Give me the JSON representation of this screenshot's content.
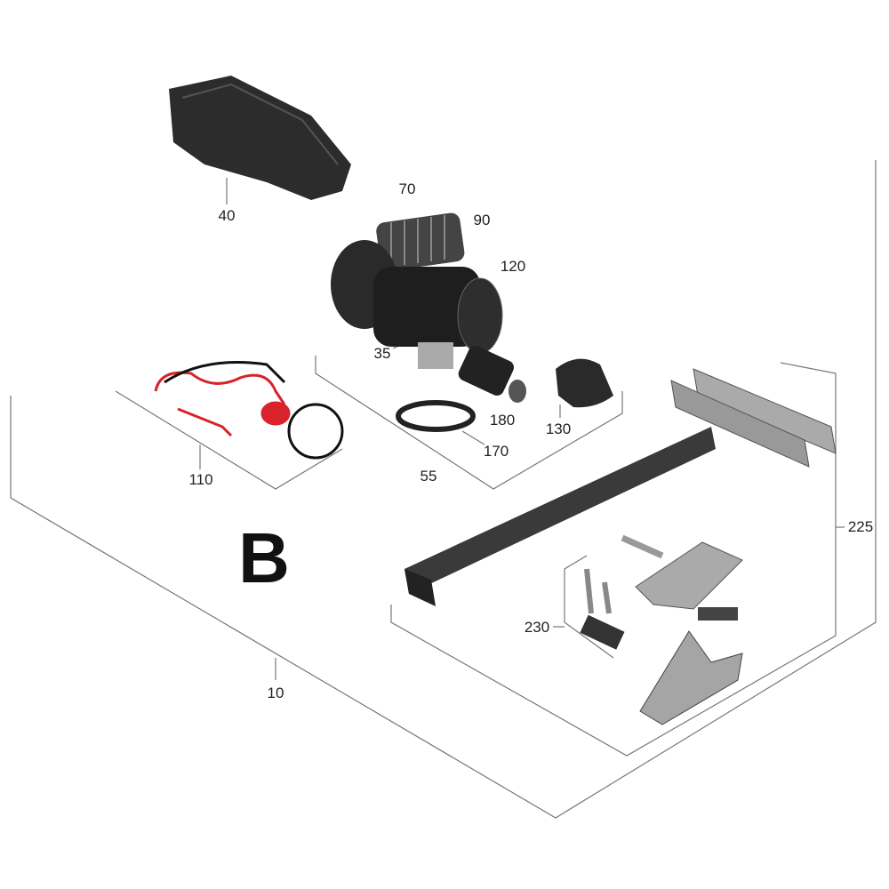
{
  "title_letter": "B",
  "parts": [
    {
      "id": "40",
      "label": "40"
    },
    {
      "id": "70",
      "label": "70"
    },
    {
      "id": "90",
      "label": "90"
    },
    {
      "id": "120",
      "label": "120"
    },
    {
      "id": "35",
      "label": "35"
    },
    {
      "id": "130",
      "label": "130"
    },
    {
      "id": "180",
      "label": "180"
    },
    {
      "id": "170",
      "label": "170"
    },
    {
      "id": "55",
      "label": "55"
    },
    {
      "id": "110",
      "label": "110"
    },
    {
      "id": "225",
      "label": "225"
    },
    {
      "id": "230",
      "label": "230"
    },
    {
      "id": "10",
      "label": "10"
    }
  ],
  "colors": {
    "line": "#777777",
    "part_dark": "#2a2a2a",
    "wire_red": "#d8232a",
    "metal": "#9a9a9a"
  }
}
